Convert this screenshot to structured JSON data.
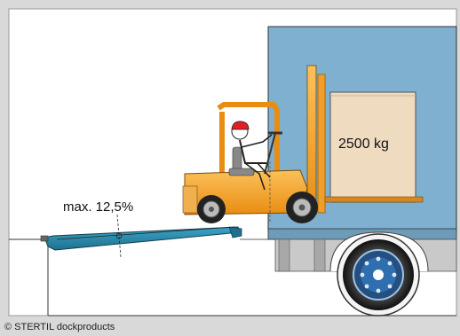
{
  "diagram": {
    "load_label": "2500 kg",
    "slope_label": "max. 12,5%",
    "copyright": "© STERTIL dockproducts"
  },
  "colors": {
    "background": "#d9d9d9",
    "panel": "#ffffff",
    "truck_body": "#7fb0cf",
    "load_box": "#efdcc0",
    "forklift": "#f7a623",
    "ramp": "#2a8fb1",
    "tyre": "#222222",
    "hub": "#2f6fb0"
  },
  "icons": [
    "forklift-driver-icon",
    "truck-wheel-icon",
    "forklift-wheel-icon"
  ]
}
